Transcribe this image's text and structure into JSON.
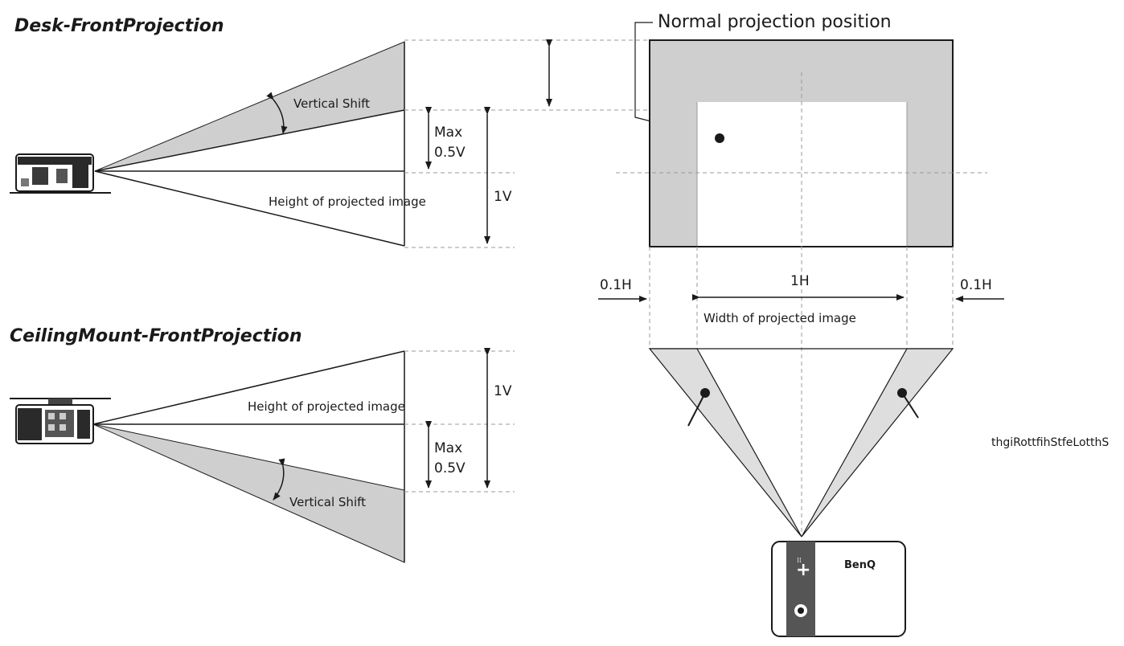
{
  "desk": {
    "title": "Desk-FrontProjection",
    "vertical_shift": "Vertical Shift",
    "max_line1": "Max",
    "max_line2": "0.5V",
    "height_label": "Height of projected image",
    "one_v": "1V"
  },
  "ceiling": {
    "title": "CeilingMount-FrontProjection",
    "vertical_shift": "Vertical Shift",
    "max_line1": "Max",
    "max_line2": "0.5V",
    "height_label": "Height of projected image",
    "one_v": "1V"
  },
  "right": {
    "normal_position": "Normal projection position",
    "one_h": "1H",
    "left_shift": "0.1H",
    "right_shift": "0.1H",
    "width_label": "Width of projected image",
    "mirrored_text": "thgiRottfihStfeLotthS",
    "brand": "BenQ"
  },
  "colors": {
    "shade": "#cfcfcf",
    "light_shade": "#dedede",
    "line": "#1a1a1a",
    "dashed": "#9a9a9a"
  }
}
